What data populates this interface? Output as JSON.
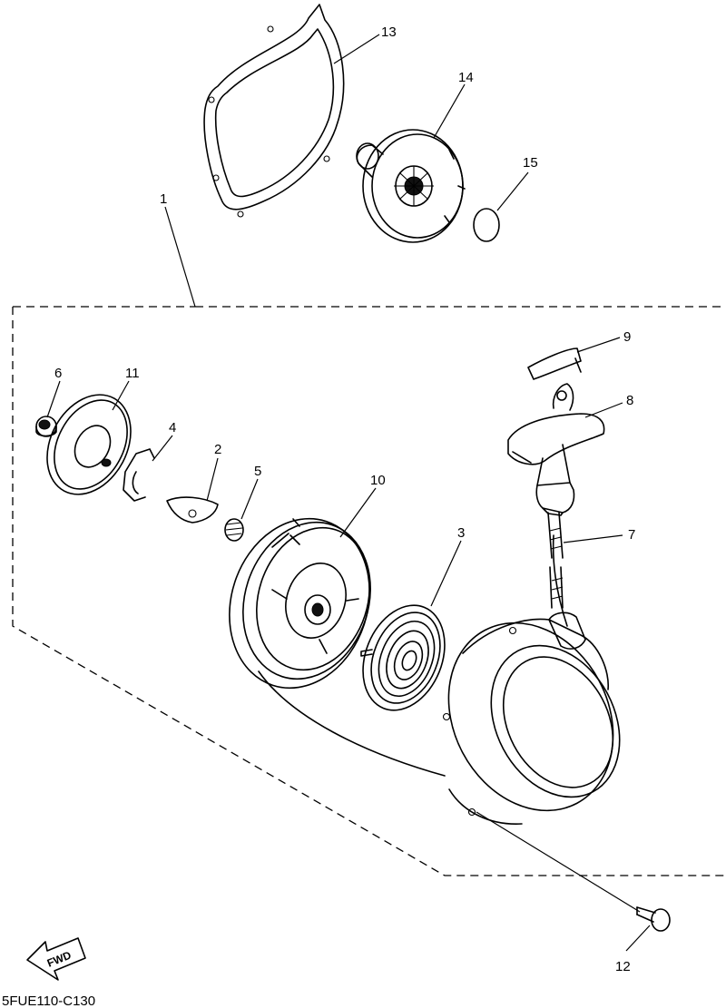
{
  "diagram": {
    "part_numbers": [
      "1",
      "2",
      "3",
      "4",
      "5",
      "6",
      "7",
      "8",
      "9",
      "10",
      "11",
      "12",
      "13",
      "14",
      "15"
    ],
    "fwd_label": "FWD",
    "drawing_code": "5FUE110-C130"
  }
}
